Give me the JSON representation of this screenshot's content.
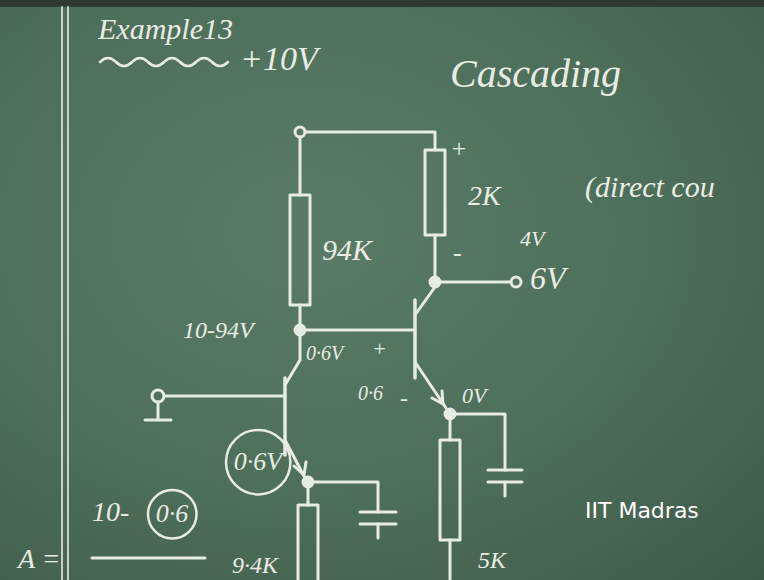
{
  "diagram": {
    "nodes": [
      {
        "text": [
          "0·6V"
        ]
      },
      {
        "text": [
          "0·6"
        ]
      }
    ],
    "labels": [
      "Example13",
      "+10V",
      "Cascading",
      "(direct cou",
      "+",
      "2K",
      "4V",
      "-",
      "6V",
      "94K",
      "10-94V",
      "0·6V",
      "+",
      "0·6",
      "-",
      "0V",
      "5K",
      "9·4K",
      "A =",
      "10-",
      "IIT Madras"
    ]
  }
}
